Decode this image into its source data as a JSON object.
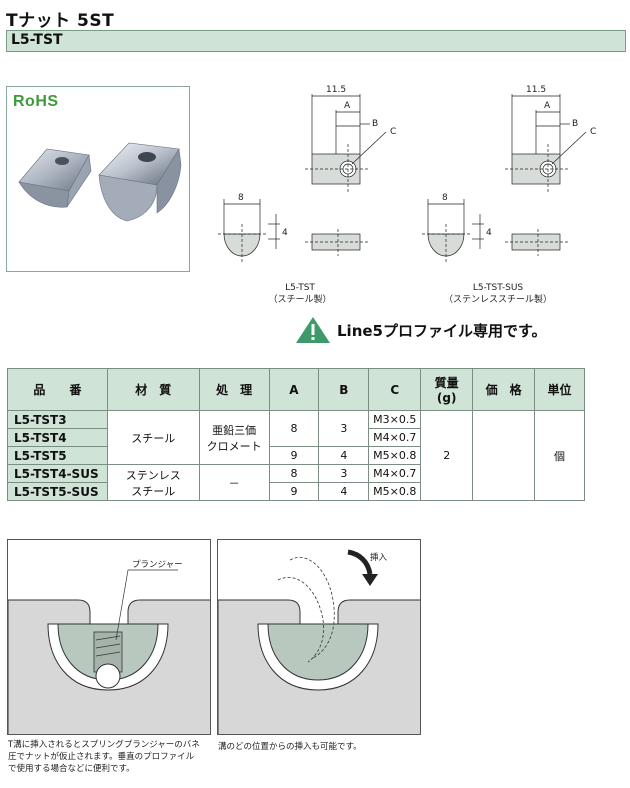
{
  "header": {
    "title": "Tナット 5ST",
    "model": "L5-TST"
  },
  "photo": {
    "badge": "RoHS"
  },
  "drawings": {
    "left": {
      "dim_total": "11.5",
      "dim_a": "A",
      "dim_b": "B",
      "dim_c": "C",
      "dim_width": "8",
      "dim_height": "4",
      "caption_model": "L5-TST",
      "caption_material": "（スチール製）"
    },
    "right": {
      "dim_total": "11.5",
      "dim_a": "A",
      "dim_b": "B",
      "dim_c": "C",
      "dim_width": "8",
      "dim_height": "4",
      "caption_model": "L5-TST-SUS",
      "caption_material": "（ステンレススチール製）"
    }
  },
  "notice": {
    "icon": "warning-icon",
    "text": "Line5プロファイル専用です。"
  },
  "table": {
    "headers": {
      "part_no": "品　　番",
      "material": "材　質",
      "treatment": "処　理",
      "a": "A",
      "b": "B",
      "c": "C",
      "mass_line1": "質量",
      "mass_line2": "(g)",
      "price": "価　格",
      "unit": "単位"
    },
    "parts": [
      "L5-TST3",
      "L5-TST4",
      "L5-TST5",
      "L5-TST4-SUS",
      "L5-TST5-SUS"
    ],
    "material_steel": "スチール",
    "material_sus_line1": "ステンレス",
    "material_sus_line2": "スチール",
    "treatment_steel_line1": "亜鉛三価",
    "treatment_steel_line2": "クロメート",
    "treatment_sus": "－",
    "a_values": [
      "8",
      "9",
      "8",
      "9"
    ],
    "b_values": [
      "3",
      "4",
      "3",
      "4"
    ],
    "c_values": [
      "M3×0.5",
      "M4×0.7",
      "M5×0.8",
      "M4×0.7",
      "M5×0.8"
    ],
    "mass": "2",
    "unit": "個"
  },
  "panels": {
    "left": {
      "label": "プランジャー",
      "note_line1": "T溝に挿入されるとスプリングプランジャーのバネ",
      "note_line2": "圧でナットが仮止されます。垂直のプロファイル",
      "note_line3": "で使用する場合などに便利です。"
    },
    "right": {
      "label": "挿入",
      "note": "溝のどの位置からの挿入も可能です。"
    }
  },
  "colors": {
    "header_bg": "#cfe3d6",
    "border": "#7a9a86",
    "rohs_green": "#3f9a3a",
    "warning_green": "#3f9a6a"
  }
}
